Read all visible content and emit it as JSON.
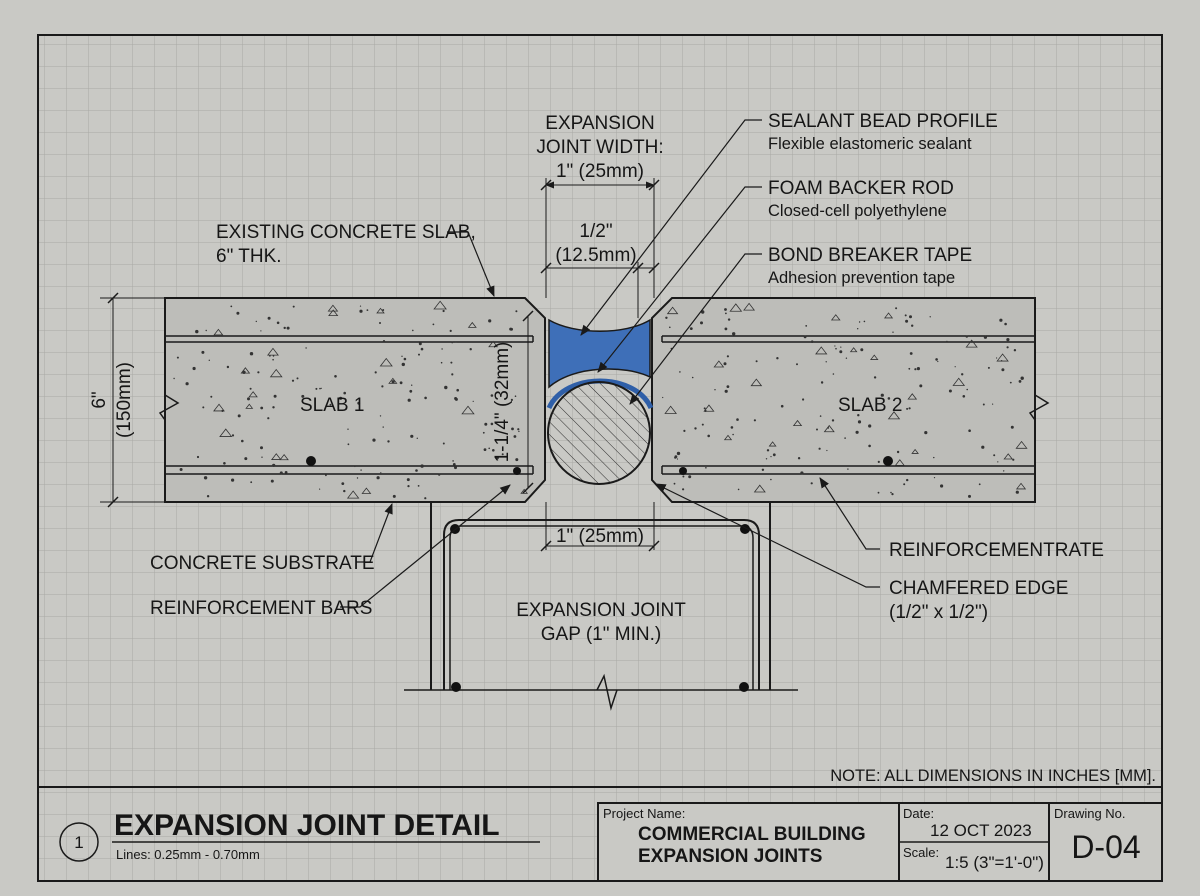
{
  "labels": {
    "slab_existing": [
      "EXISTING CONCRETE SLAB,",
      "6\" THK."
    ],
    "expansion_width": [
      "EXPANSION",
      "JOINT WIDTH:",
      "1\" (25mm)"
    ],
    "half_inch": [
      "1/2\"",
      "(12.5mm)"
    ],
    "sealant": {
      "title": "SEALANT BEAD PROFILE",
      "sub": "Flexible elastomeric sealant"
    },
    "backer": {
      "title": "FOAM BACKER ROD",
      "sub": "Closed-cell polyethylene"
    },
    "bond": {
      "title": "BOND BREAKER TAPE",
      "sub": "Adhesion prevention tape"
    },
    "slab1": "SLAB 1",
    "slab2": "SLAB 2",
    "thickness": [
      "6\"",
      "(150mm)"
    ],
    "depth": "1-1/4\" (32mm)",
    "gap_dim": "1\" (25mm)",
    "substrate": "CONCRETE SUBSTRATE",
    "rebars": "REINFORCEMENT BARS",
    "gap": [
      "EXPANSION JOINT",
      "GAP (1\" MIN.)"
    ],
    "reinf_right": "REINFORCEMENTRATE",
    "chamfer": [
      "CHAMFERED EDGE",
      "(1/2\" x 1/2\")"
    ],
    "note": "NOTE: ALL DIMENSIONS IN INCHES [MM]."
  },
  "title_block": {
    "detail_number": "1",
    "title": "EXPANSION JOINT DETAIL",
    "lines": "Lines: 0.25mm - 0.70mm",
    "project_label": "Project Name:",
    "project_name": [
      "COMMERCIAL BUILDING",
      "EXPANSION JOINTS"
    ],
    "date_label": "Date:",
    "date": "12 OCT 2023",
    "scale_label": "Scale:",
    "scale": "1:5 (3\"=1'-0\")",
    "drawing_label": "Drawing No.",
    "drawing_no": "D-04"
  },
  "colors": {
    "paper": "#c9c9c5",
    "grid": "#aeaeaa",
    "ink": "#1a1a1a",
    "concrete": "#bcbcb8",
    "sealant": "#3e6fb8",
    "tape": "#2f5fa8"
  }
}
